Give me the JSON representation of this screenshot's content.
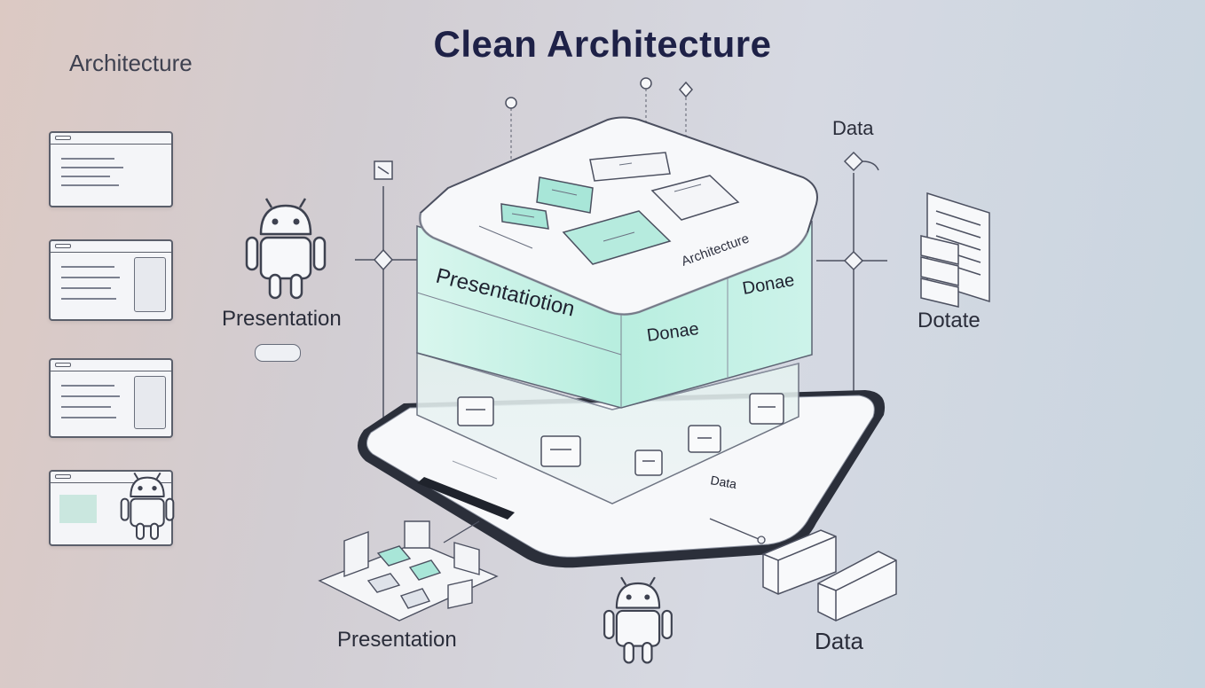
{
  "title": "Clean Architecture",
  "labels": {
    "architecture_corner": "Architecture",
    "data_top": "Data",
    "presentation_left": "Presentation",
    "dotate_right": "Dotate",
    "presentation_bottom": "Presentation",
    "data_bottom": "Data"
  },
  "layers": {
    "top_card_label": "Architecture",
    "presentation_layer": "Presentatiotion",
    "domain_layer": "Donae",
    "domain_right": "Donae",
    "data_layer": "Data"
  },
  "colors": {
    "title": "#1e2147",
    "teal_layer": "#bfeee0",
    "outline": "#4c5060"
  },
  "icons": [
    "android-robot-icon",
    "app-window-icon",
    "database-block-icon",
    "document-stack-icon",
    "pin-marker-icon"
  ]
}
